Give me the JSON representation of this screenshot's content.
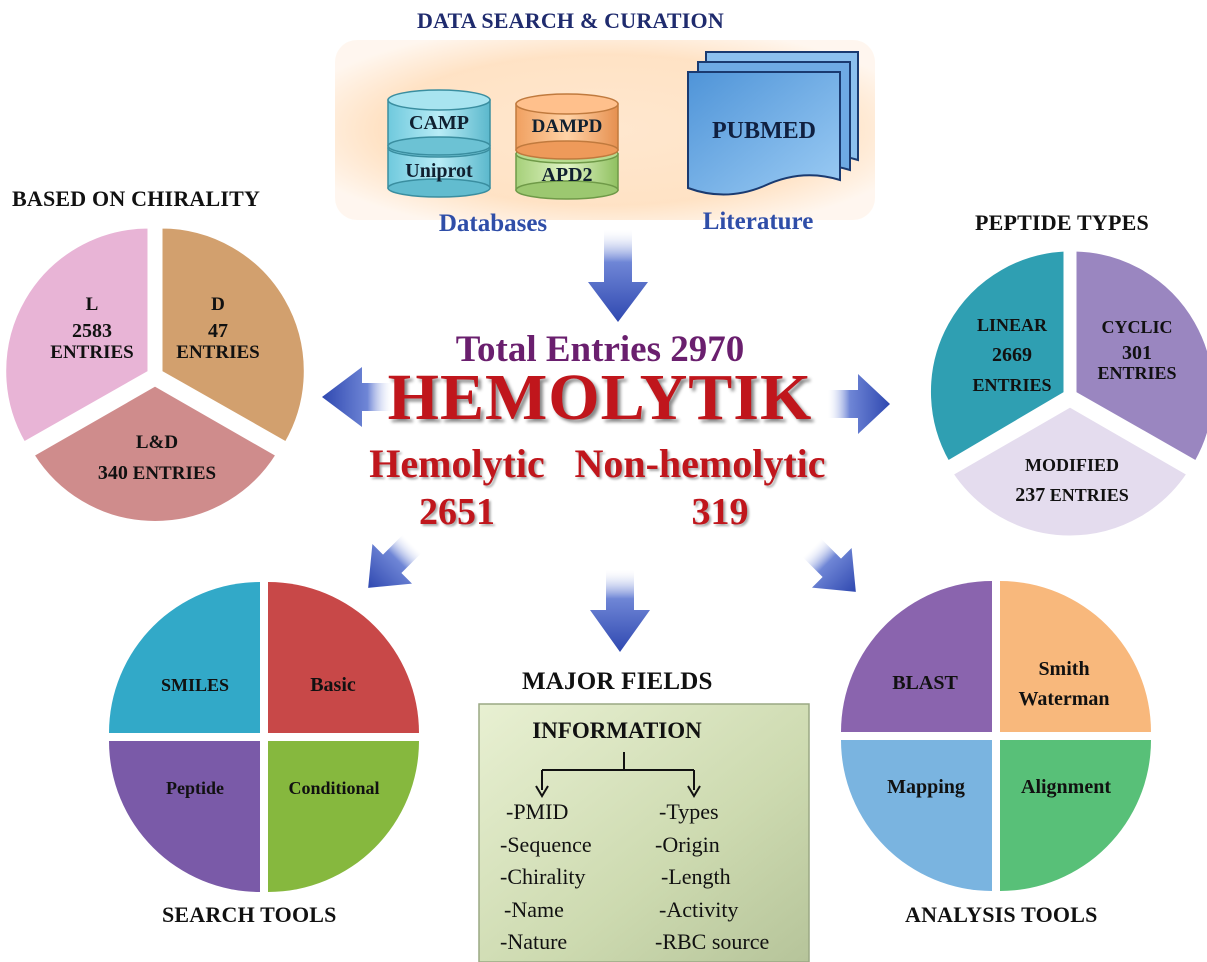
{
  "titles": {
    "curation": "DATA SEARCH & CURATION",
    "chirality": "BASED ON CHIRALITY",
    "peptide_types": "PEPTIDE TYPES",
    "major_fields": "MAJOR FIELDS",
    "search_tools": "SEARCH TOOLS",
    "analysis_tools": "ANALYSIS TOOLS"
  },
  "curation": {
    "databases_label": "Databases",
    "literature_label": "Literature",
    "db1_top": "CAMP",
    "db1_bottom": "Uniprot",
    "db2_top": "DAMPD",
    "db2_bottom": "APD2",
    "pubmed": "PUBMED"
  },
  "center": {
    "total": "Total Entries 2970",
    "name": "HEMOLYTIK",
    "hemolytic_label": "Hemolytic",
    "hemolytic_value": "2651",
    "nonhemolytic_label": "Non-hemolytic",
    "nonhemolytic_value": "319"
  },
  "chirality": {
    "l_name": "L",
    "l_value": "2583",
    "l_unit": "ENTRIES",
    "d_name": "D",
    "d_value": "47",
    "d_unit": "ENTRIES",
    "ld_name": "L&D",
    "ld_value": "340",
    "ld_unit": "ENTRIES"
  },
  "peptide_types": {
    "linear_name": "LINEAR",
    "linear_value": "2669",
    "linear_unit": "ENTRIES",
    "cyclic_name": "CYCLIC",
    "cyclic_value": "301",
    "cyclic_unit": "ENTRIES",
    "modified_name": "MODIFIED",
    "modified_value": "237",
    "modified_unit": "ENTRIES"
  },
  "search_tools": {
    "smiles": "SMILES",
    "basic": "Basic",
    "peptide": "Peptide",
    "conditional": "Conditional"
  },
  "analysis_tools": {
    "blast": "BLAST",
    "smith": "Smith",
    "waterman": "Waterman",
    "mapping": "Mapping",
    "alignment": "Alignment"
  },
  "major_fields": {
    "information": "INFORMATION",
    "left": [
      "-PMID",
      "-Sequence",
      "-Chirality",
      "-Name",
      "-Nature"
    ],
    "right": [
      "-Types",
      "-Origin",
      "-Length",
      "-Activity",
      "-RBC source"
    ]
  },
  "colors": {
    "title_text": "#111111",
    "blue_label": "#2f4ea8",
    "purple_text": "#6a1f6e",
    "red_text": "#c0161c",
    "arrow": "#3552b5",
    "l_slice": "#e8b4d6",
    "d_slice": "#d2a06e",
    "ld_slice": "#cf8c8c",
    "linear_slice": "#2f9fb2",
    "cyclic_slice": "#9a86c0",
    "modified_slice": "#e4dcee",
    "smiles_slice": "#32a9c8",
    "basic_slice": "#c84848",
    "peptide_slice": "#7a5aa8",
    "conditional_slice": "#86b83e",
    "blast_slice": "#8a64ae",
    "smith_slice": "#f8b87c",
    "mapping_slice": "#7ab4e0",
    "alignment_slice": "#58c078",
    "fields_box": "#d0dcb4"
  }
}
